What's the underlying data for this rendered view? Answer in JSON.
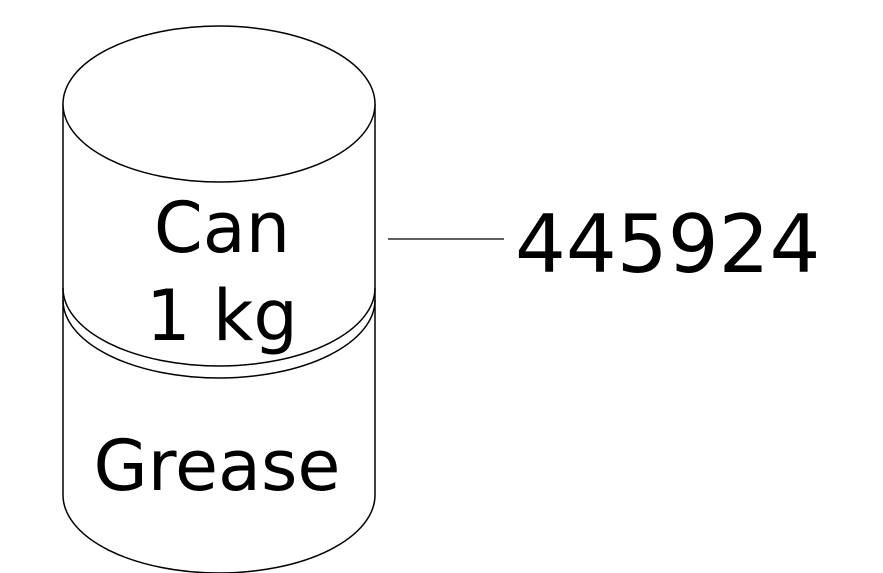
{
  "can_label": {
    "line1": "Can",
    "line2": "1 kg"
  },
  "body_label": "Grease",
  "part_number": "445924",
  "colors": {
    "stroke": "#000000",
    "fill": "#ffffff"
  }
}
